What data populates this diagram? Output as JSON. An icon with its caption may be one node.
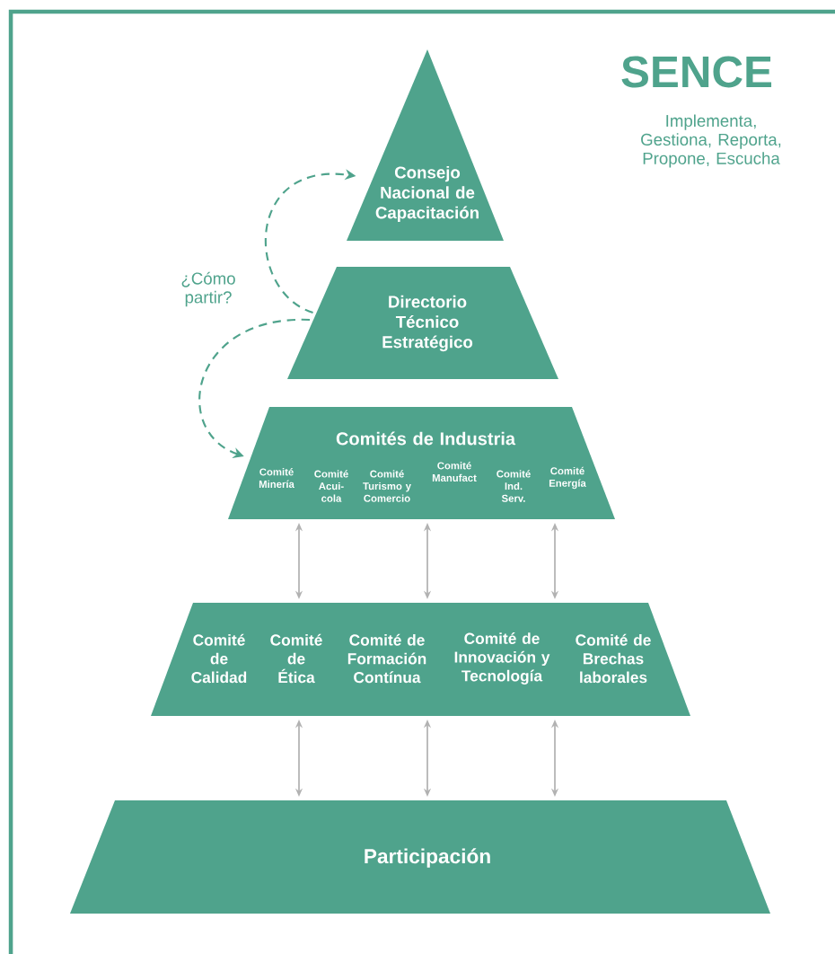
{
  "diagram": {
    "title": "SENCE",
    "nodes": [
      {
        "text": [
          "Consejo Nacional de Capacitación"
        ]
      },
      {
        "text": [
          "Directorio Técnico Estratégico"
        ]
      },
      {
        "text": [
          "Comités de Industria",
          "Comité Minería",
          "Comité Acui- cola",
          "Comité Turismo y Comercio",
          "Comité Manufact",
          "Comité Ind. Serv.",
          "Comité Energía"
        ]
      },
      {
        "text": [
          "Comité de Calidad",
          "Comité de Ética",
          "Comité de Formación Contínua",
          "Comité de Innovación y Tecnología",
          "Comité de Brechas laborales"
        ]
      },
      {
        "text": [
          "Participación"
        ]
      }
    ],
    "edges": [
      {
        "from": 1,
        "to": 0,
        "arrow": "to",
        "style": "dashed",
        "color": "#4fa38c"
      },
      {
        "from": 1,
        "to": 2,
        "arrow": "to",
        "style": "dashed",
        "color": "#4fa38c"
      },
      {
        "from": 2,
        "to": 3,
        "arrow": "both"
      },
      {
        "from": 2,
        "to": 3,
        "arrow": "both"
      },
      {
        "from": 2,
        "to": 3,
        "arrow": "both"
      },
      {
        "from": 3,
        "to": 4,
        "arrow": "both"
      },
      {
        "from": 3,
        "to": 4,
        "arrow": "both"
      },
      {
        "from": 3,
        "to": 4,
        "arrow": "both"
      }
    ],
    "labels": [
      "Implementa, Gestiona, Reporta, Propone, Escucha",
      "¿Cómo partir?"
    ]
  }
}
